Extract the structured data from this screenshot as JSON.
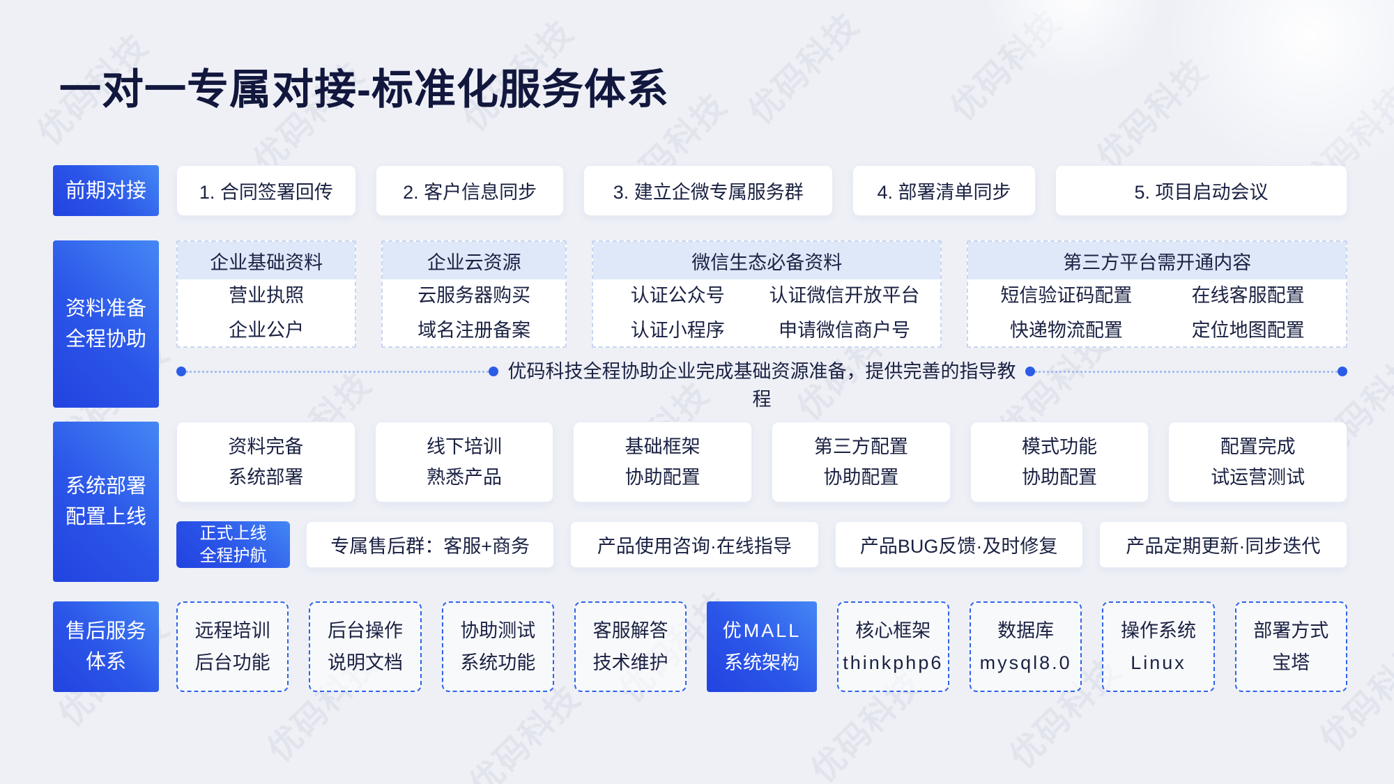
{
  "title": "一对一专属对接-标准化服务体系",
  "watermark": "优码科技",
  "colors": {
    "background": "#eef0f6",
    "accent_blue": "#2b5ce8",
    "label_gradient_light": "#4487f5",
    "label_gradient_dark": "#2243e0",
    "column_header_bg": "#dfe8f9",
    "light_dash_border": "#c7d5f1",
    "strong_dash_border": "#2e64e9",
    "text_dark": "#1a2142"
  },
  "row1": {
    "label": "前期对接",
    "steps": [
      "1. 合同签署回传",
      "2. 客户信息同步",
      "3. 建立企微专属服务群",
      "4. 部署清单同步",
      "5. 项目启动会议"
    ]
  },
  "row2": {
    "label1": "资料准备",
    "label2": "全程协助",
    "cols": [
      {
        "header": "企业基础资料",
        "items": [
          "营业执照",
          "企业公户"
        ]
      },
      {
        "header": "企业云资源",
        "items": [
          "云服务器购买",
          "域名注册备案"
        ]
      },
      {
        "header": "微信生态必备资料",
        "items": [
          "认证公众号",
          "认证微信开放平台",
          "认证小程序",
          "申请微信商户号"
        ]
      },
      {
        "header": "第三方平台需开通内容",
        "items": [
          "短信验证码配置",
          "在线客服配置",
          "快递物流配置",
          "定位地图配置"
        ]
      }
    ],
    "connector": "优码科技全程协助企业完成基础资源准备，提供完善的指导教程"
  },
  "row3": {
    "label1": "系统部署",
    "label2": "配置上线",
    "steps": [
      {
        "l1": "资料完备",
        "l2": "系统部署"
      },
      {
        "l1": "线下培训",
        "l2": "熟悉产品"
      },
      {
        "l1": "基础框架",
        "l2": "协助配置"
      },
      {
        "l1": "第三方配置",
        "l2": "协助配置"
      },
      {
        "l1": "模式功能",
        "l2": "协助配置"
      },
      {
        "l1": "配置完成",
        "l2": "试运营测试"
      }
    ],
    "badge1": "正式上线",
    "badge2": "全程护航",
    "services": [
      "专属售后群：客服+商务",
      "产品使用咨询·在线指导",
      "产品BUG反馈·及时修复",
      "产品定期更新·同步迭代"
    ]
  },
  "row4": {
    "label1": "售后服务",
    "label2": "体系",
    "cards": [
      {
        "l1": "远程培训",
        "l2": "后台功能",
        "style": "dashed"
      },
      {
        "l1": "后台操作",
        "l2": "说明文档",
        "style": "dashed"
      },
      {
        "l1": "协助测试",
        "l2": "系统功能",
        "style": "dashed"
      },
      {
        "l1": "客服解答",
        "l2": "技术维护",
        "style": "dashed"
      },
      {
        "l1": "优MALL",
        "l2": "系统架构",
        "style": "solid"
      },
      {
        "l1": "核心框架",
        "l2": "thinkphp6",
        "style": "dashed"
      },
      {
        "l1": "数据库",
        "l2": "mysql8.0",
        "style": "dashed"
      },
      {
        "l1": "操作系统",
        "l2": "Linux",
        "style": "dashed"
      },
      {
        "l1": "部署方式",
        "l2": "宝塔",
        "style": "dashed"
      }
    ]
  }
}
